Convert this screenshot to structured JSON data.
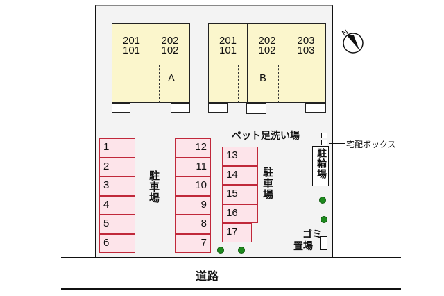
{
  "buildings": [
    {
      "name": "A",
      "units": [
        {
          "upper": "201",
          "lower": "101"
        },
        {
          "upper": "202",
          "lower": "102"
        }
      ]
    },
    {
      "name": "B",
      "units": [
        {
          "upper": "201",
          "lower": "101"
        },
        {
          "upper": "202",
          "lower": "102"
        },
        {
          "upper": "203",
          "lower": "103"
        }
      ]
    }
  ],
  "compass": {
    "label": "N",
    "icon": "north-arrow-icon"
  },
  "parking": {
    "label": "駐車場",
    "left_column": [
      "1",
      "2",
      "3",
      "4",
      "5",
      "6"
    ],
    "middle_column": [
      "12",
      "11",
      "10",
      "9",
      "8",
      "7"
    ],
    "right_column": [
      "13",
      "14",
      "15",
      "16",
      "17"
    ]
  },
  "facilities": {
    "pet_wash": "ペット足洗い場",
    "delivery_box": "宅配ボックス",
    "bicycle_parking": "駐輪場",
    "garbage_top": "ゴミ",
    "garbage_bottom": "置場"
  },
  "road": {
    "label": "道路"
  },
  "colors": {
    "building_fill": "#fbf6cc",
    "parking_fill": "#fde4ea",
    "parking_border": "#c0283a",
    "tree": "#1e8a1e",
    "site_fill": "#f3f3f3"
  }
}
